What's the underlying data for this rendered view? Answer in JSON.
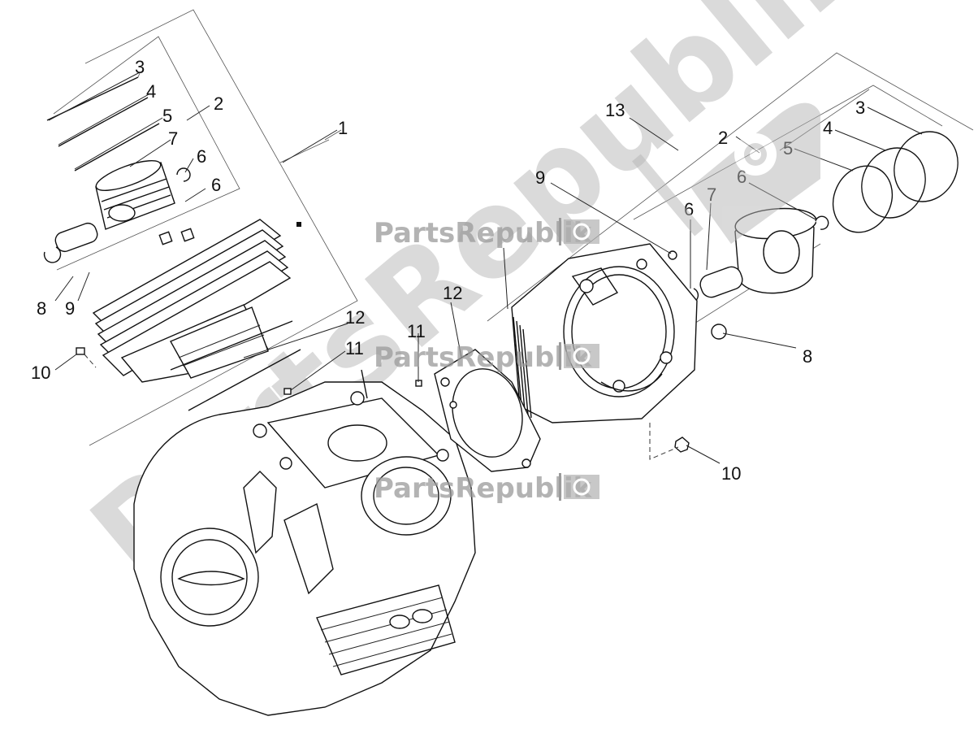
{
  "watermark": {
    "brand": "PartsRepublik",
    "diagonal": "PartsRepublik"
  },
  "callouts": {
    "left": {
      "c1": "1",
      "c2": "2",
      "c3": "3",
      "c4": "4",
      "c5": "5",
      "c6a": "6",
      "c6b": "6",
      "c7": "7",
      "c8": "8",
      "c9": "9",
      "c10": "10",
      "c11": "11",
      "c12": "12"
    },
    "right": {
      "c2": "2",
      "c3": "3",
      "c4": "4",
      "c5": "5",
      "c6a": "6",
      "c6b": "6",
      "c7": "7",
      "c8": "8",
      "c9": "9",
      "c10": "10",
      "c11": "11",
      "c12": "12",
      "c13": "13"
    }
  },
  "icons": [
    "gear-icon",
    "flag-icon"
  ],
  "colors": {
    "watermark": "#9a9a9a",
    "line": "#111111"
  }
}
